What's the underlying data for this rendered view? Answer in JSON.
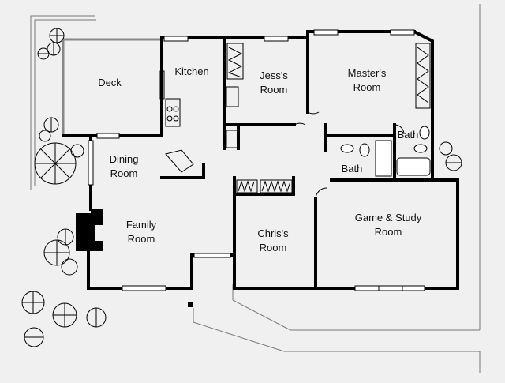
{
  "plan": {
    "wall_color": "#000000",
    "deck_rail_color": "#888888",
    "background_color": "#f0f0f0",
    "rooms": {
      "deck": {
        "name": "Deck"
      },
      "kitchen": {
        "name": "Kitchen"
      },
      "jess": {
        "line1": "Jess's",
        "line2": "Room"
      },
      "master": {
        "line1": "Master's",
        "line2": "Room"
      },
      "dining": {
        "line1": "Dining",
        "line2": "Room"
      },
      "bath_master": {
        "name": "Bath"
      },
      "bath_hall": {
        "name": "Bath"
      },
      "family": {
        "line1": "Family",
        "line2": "Room"
      },
      "chris": {
        "line1": "Chris's",
        "line2": "Room"
      },
      "game_study": {
        "line1": "Game & Study",
        "line2": "Room"
      }
    }
  }
}
